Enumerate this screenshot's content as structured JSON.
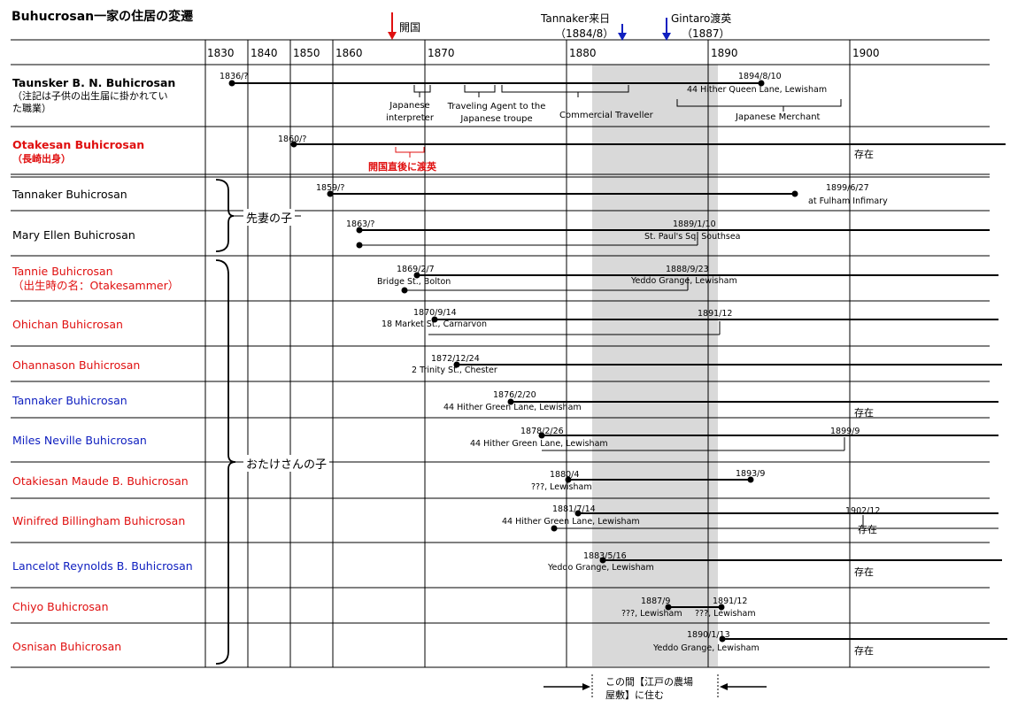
{
  "title": "Buhucrosan一家の住居の変遷",
  "events": {
    "kaikoku": "開国",
    "tannaker_arrival": "Tannaker来日",
    "tannaker_arrival_date": "（1884/8）",
    "gintaro": "Gintaro渡英",
    "gintaro_date": "（1887）"
  },
  "decades": [
    "1830",
    "1840",
    "1850",
    "1860",
    "1870",
    "1880",
    "1890",
    "1900"
  ],
  "rows": [
    {
      "name": "Taunsker B. N. Buhicrosan",
      "sub": "（注記は子供の出生届に掛かれていた職業）",
      "color": "black"
    },
    {
      "name": "Otakesan Buhicrosan",
      "sub": "（長崎出身）",
      "color": "red"
    },
    {
      "name": "Tannaker Buhicrosan",
      "sub": "",
      "color": "black"
    },
    {
      "name": "Mary Ellen Buhicrosan",
      "sub": "",
      "color": "black"
    },
    {
      "name": "Tannie Buhicrosan",
      "sub": "（出生時の名：Otakesammer）",
      "color": "red"
    },
    {
      "name": "Ohichan Buhicrosan",
      "sub": "",
      "color": "red"
    },
    {
      "name": "Ohannason Buhicrosan",
      "sub": "",
      "color": "red"
    },
    {
      "name": "Tannaker Buhicrosan",
      "sub": "",
      "color": "blue"
    },
    {
      "name": "Miles Neville Buhicrosan",
      "sub": "",
      "color": "blue"
    },
    {
      "name": "Otakiesan Maude B. Buhicrosan",
      "sub": "",
      "color": "red"
    },
    {
      "name": "Winifred Billingham Buhicrosan",
      "sub": "",
      "color": "red"
    },
    {
      "name": "Lancelot Reynolds B. Buhicrosan",
      "sub": "",
      "color": "blue"
    },
    {
      "name": "Chiyo Buhicrosan",
      "sub": "",
      "color": "red"
    },
    {
      "name": "Osnisan Buhicrosan",
      "sub": "",
      "color": "red"
    }
  ],
  "groups": {
    "previous_wife": "先妻の子",
    "otake": "おたけさんの子"
  },
  "occupations": {
    "interpreter": "Japanese interpreter",
    "agent": "Traveling Agent to the Japanese troupe",
    "commercial": "Commercial Traveller",
    "merchant": "Japanese Merchant"
  },
  "otake_note": "開国直後に渡英",
  "labels": {
    "l1": "1836/?",
    "l2": "1894/8/10",
    "l3": "44 Hither Queen Lane, Lewisham",
    "l4": "1860/?",
    "l5": "存在",
    "l6": "1859/?",
    "l7": "1899/6/27",
    "l8": "at Fulham Infimary",
    "l9": "1863/?",
    "l10": "1889/1/10",
    "l11": "St. Paul's Sq. Southsea",
    "l12": "1869/2/7",
    "l13": "Bridge St., Bolton",
    "l14": "1888/9/23",
    "l15": "Yeddo Grange, Lewisham",
    "l16": "1870/9/14",
    "l17": "18 Market St., Carnarvon",
    "l18": "1891/12",
    "l19": "1872/12/24",
    "l20": "2 Trinity St., Chester",
    "l21": "1876/2/20",
    "l22": "44 Hither Green Lane, Lewisham",
    "l23": "存在",
    "l24": "1878/2/26",
    "l25": "44 Hither Green Lane, Lewisham",
    "l26": "1899/9",
    "l27": "1880/4",
    "l28": "???,  Lewisham",
    "l29": "1893/9",
    "l30": "1881/7/14",
    "l31": "44 Hither Green Lane, Lewisham",
    "l32": "1902/12",
    "l33": "存在",
    "l34": "1883/5/16",
    "l35": "Yeddo Grange, Lewisham",
    "l36": "存在",
    "l37": "1887/9",
    "l38": "???,  Lewisham",
    "l39": "1891/12",
    "l40": "???,  Lewisham",
    "l41": "1890/1/13",
    "l42": "Yeddo Grange, Lewisham",
    "l43": "存在"
  },
  "edo_note_1": "この間【江戸の農場",
  "edo_note_2": "屋敷】に住む",
  "colors": {
    "red": "#e01010",
    "blue": "#1020c0",
    "gray_band": "#d9d9d9"
  }
}
